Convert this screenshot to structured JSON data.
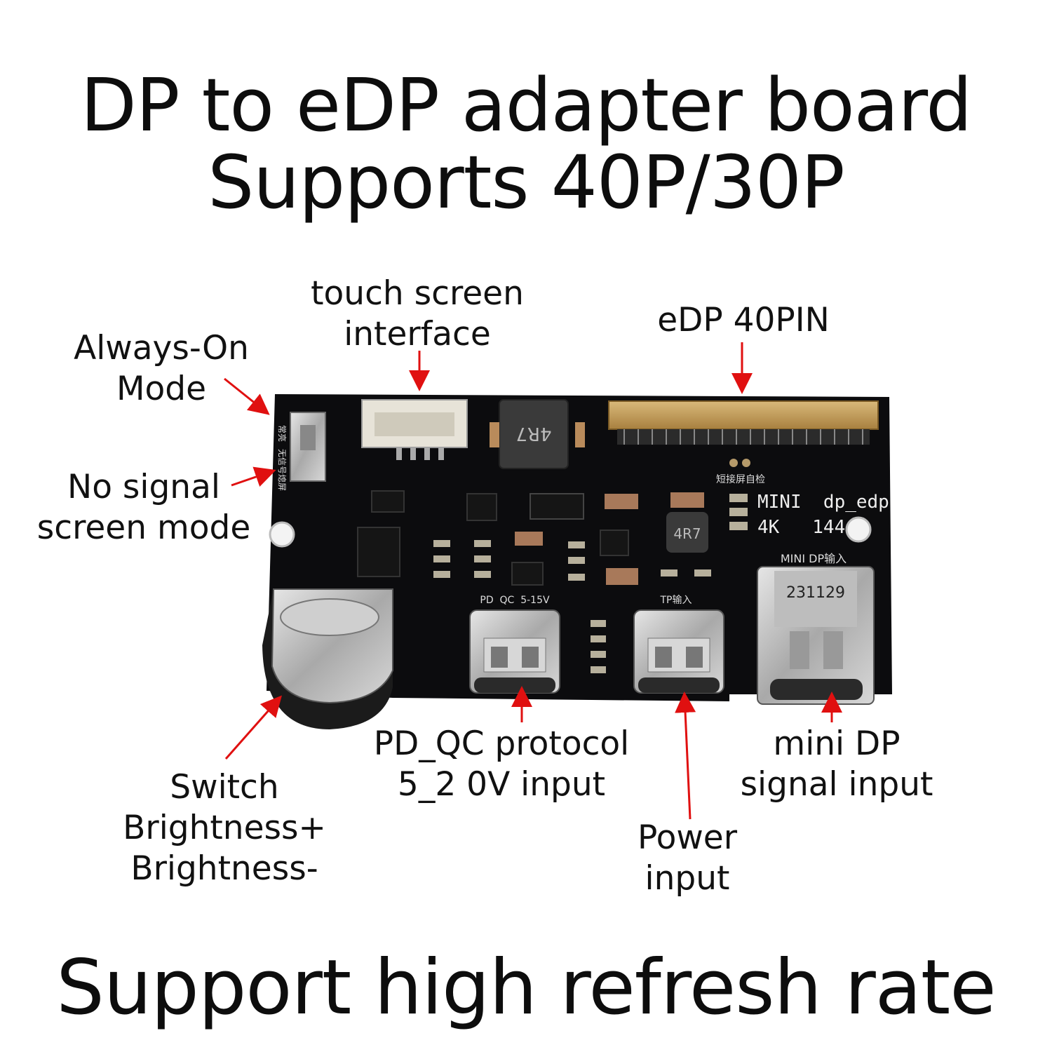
{
  "title": {
    "line1": "DP to eDP adapter board",
    "line2": "Supports 40P/30P",
    "footer": "Support high refresh rate"
  },
  "labels": {
    "always_on": [
      "Always-On",
      "Mode"
    ],
    "no_signal": [
      "No signal",
      "screen mode"
    ],
    "touch": [
      "touch screen",
      "interface"
    ],
    "edp": [
      "eDP 40PIN"
    ],
    "switch": [
      "Switch",
      "Brightness+",
      "Brightness-"
    ],
    "pd_qc": [
      "PD_QC protocol",
      "5_2 0V input"
    ],
    "power": [
      "Power",
      "input"
    ],
    "minidp": [
      "mini DP",
      "signal input"
    ]
  },
  "board": {
    "silk_model": "MINI  dp_edp",
    "silk_spec": "4K   144",
    "silk_minidp": "MINI DP输入",
    "silk_pd": "PD  QC  5-15V",
    "silk_tp": "TP输入",
    "silk_selftest": "短接屏自检",
    "chip_code": "231129",
    "inductor_code": "4R7",
    "silk_always_on": "常亮",
    "silk_no_signal": "无信号熄屏"
  },
  "colors": {
    "arrow": "#e01010",
    "board": "#0c0c0e"
  }
}
